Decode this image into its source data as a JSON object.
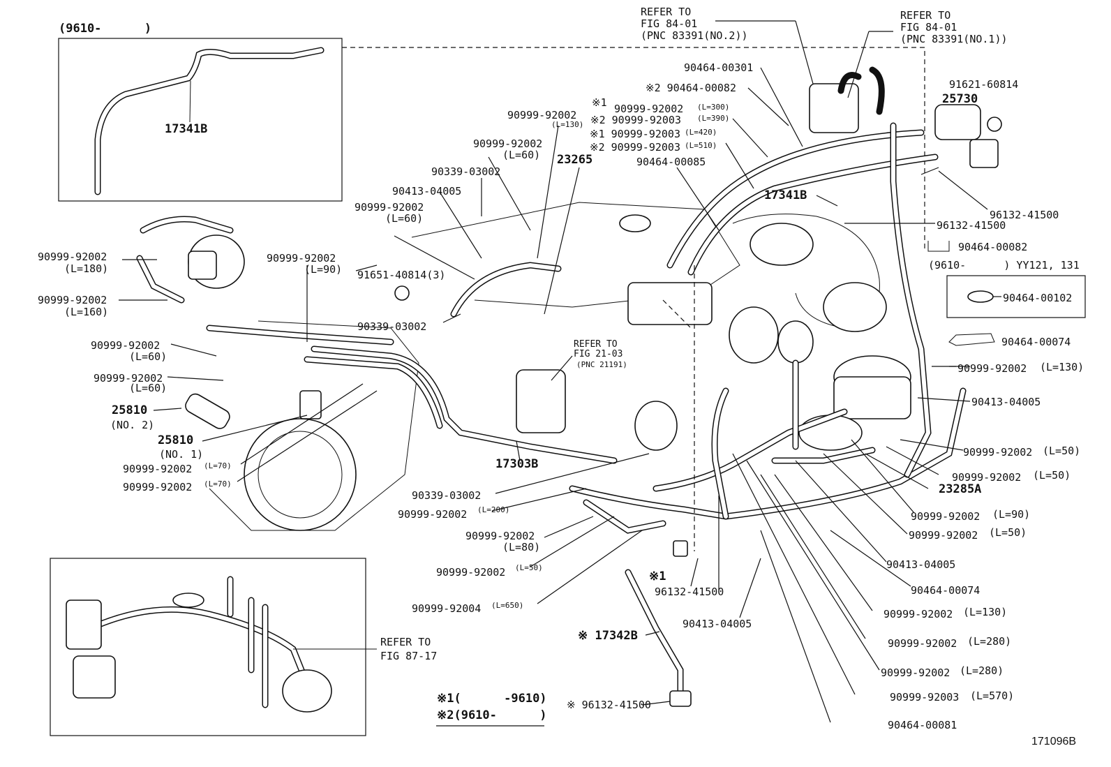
{
  "inset_top_left": {
    "period": "(9610-      )",
    "part": "17341B"
  },
  "inset_bottom_left": {
    "refer": "REFER TO",
    "fig": "FIG 87-17"
  },
  "refs": {
    "ref_no2": [
      "REFER TO",
      "FIG 84-01",
      "(PNC 83391(NO.2))"
    ],
    "ref_no1": [
      "REFER TO",
      "FIG 84-01",
      "(PNC 83391(NO.1))"
    ],
    "ref_21": [
      "REFER TO",
      "FIG 21-03",
      "(PNC 21191)"
    ]
  },
  "legend": {
    "note1": "※1(      -9610)",
    "note2": "※2(9610-      )"
  },
  "diagram_id": "171096B",
  "labels": {
    "l01": "90464-00301",
    "l02": "※2 90464-00082",
    "l03": "※1",
    "l04": "90999-92002",
    "l05": "(L=300)",
    "l06": "※2 90999-92003",
    "l07": "(L=390)",
    "l08": "※1 90999-92003",
    "l09": "(L=420)",
    "l10": "※2 90999-92003",
    "l11": "(L=510)",
    "l12": "90999-92002",
    "l13": "(L=130)",
    "l14": "90999-92002",
    "l15": "(L=60)",
    "l16": "23265",
    "l17": "90339-03002",
    "l18": "90413-04005",
    "l19": "90999-92002",
    "l20": "(L=60)",
    "l21": "90464-00085",
    "l22": "17341B",
    "l23": "91621-60814",
    "l24": "25730",
    "l25": "96132-41500",
    "l26": "96132-41500",
    "l27": "90464-00082",
    "l28": "(9610-      ) YY121, 131",
    "l29": "90464-00102",
    "l30": "90464-00074",
    "l31": "90999-92002",
    "l32": "(L=130)",
    "l33": "90413-04005",
    "l34": "90999-92002",
    "l35": "(L=50)",
    "l36": "90999-92002",
    "l37": "(L=50)",
    "l38": "23285A",
    "l39": "90999-92002",
    "l40": "(L=90)",
    "l41": "90999-92002",
    "l42": "(L=50)",
    "l43": "90413-04005",
    "l44": "90464-00074",
    "l45": "90999-92002",
    "l46": "(L=130)",
    "l47": "90999-92002",
    "l48": "(L=280)",
    "l49": "90999-92002",
    "l50": "(L=280)",
    "l51": "90999-92003",
    "l52": "(L=570)",
    "l53": "90464-00081",
    "l54": "90999-92002",
    "l55": "(L=180)",
    "l56": "90999-92002",
    "l57": "(L=160)",
    "l58": "90999-92002",
    "l59": "(L=90)",
    "l60": "91651-40814(3)",
    "l61": "90339-03002",
    "l62": "90999-92002",
    "l63": "(L=60)",
    "l64": "90999-92002",
    "l65": "(L=60)",
    "l66": "25810",
    "l67": "(NO. 2)",
    "l68": "25810",
    "l69": "(NO. 1)",
    "l70": "90999-92002",
    "l71": "(L=70)",
    "l72": "90999-92002",
    "l73": "(L=70)",
    "l74": "17303B",
    "l75": "90339-03002",
    "l76": "90999-92002",
    "l77": "(L=200)",
    "l78": "90999-92002",
    "l79": "(L=80)",
    "l80": "90999-92002",
    "l81": "(L=50)",
    "l82": "90999-92004",
    "l83": "(L=650)",
    "l84": "※1",
    "l85": "96132-41500",
    "l86": "90413-04005",
    "l87": "※ 17342B",
    "l88": "※ 96132-41500"
  }
}
